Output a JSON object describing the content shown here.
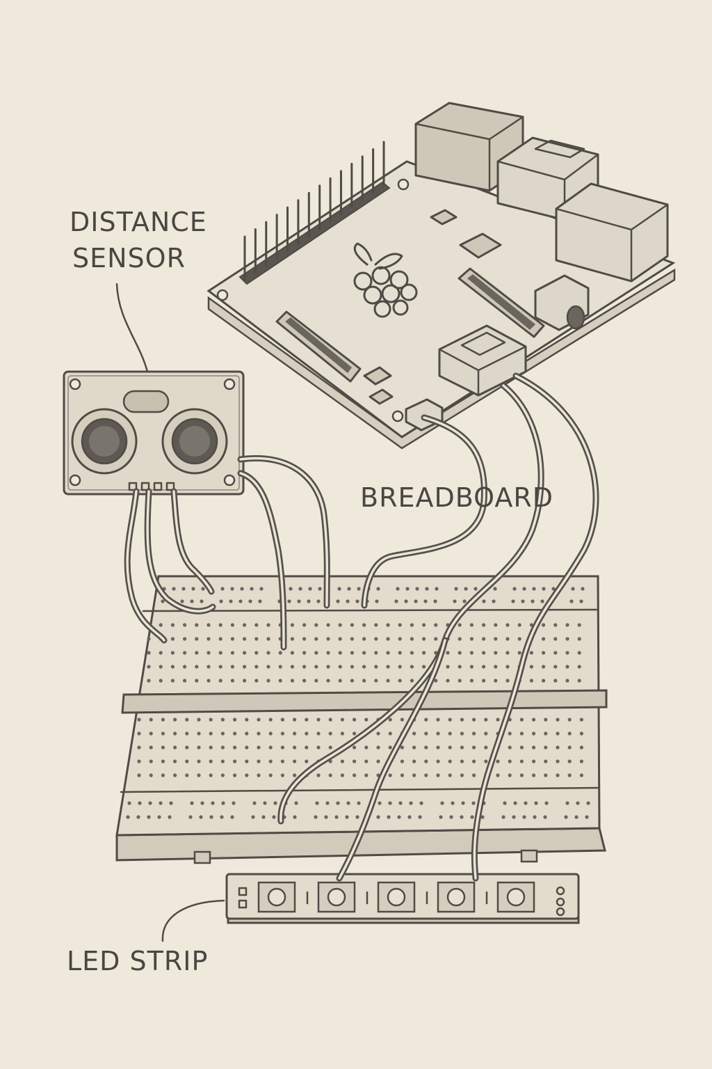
{
  "labels": {
    "distance_sensor_line1": "DISTANCE",
    "distance_sensor_line2": "SENSOR",
    "breadboard": "BREADBOARD",
    "led_strip": "LED STRIP"
  },
  "colors": {
    "paper": "#efe9dc",
    "ink": "#4f4b45"
  },
  "components": {
    "microcontroller_logo": "raspberry-logo-icon",
    "led_count": 5
  }
}
